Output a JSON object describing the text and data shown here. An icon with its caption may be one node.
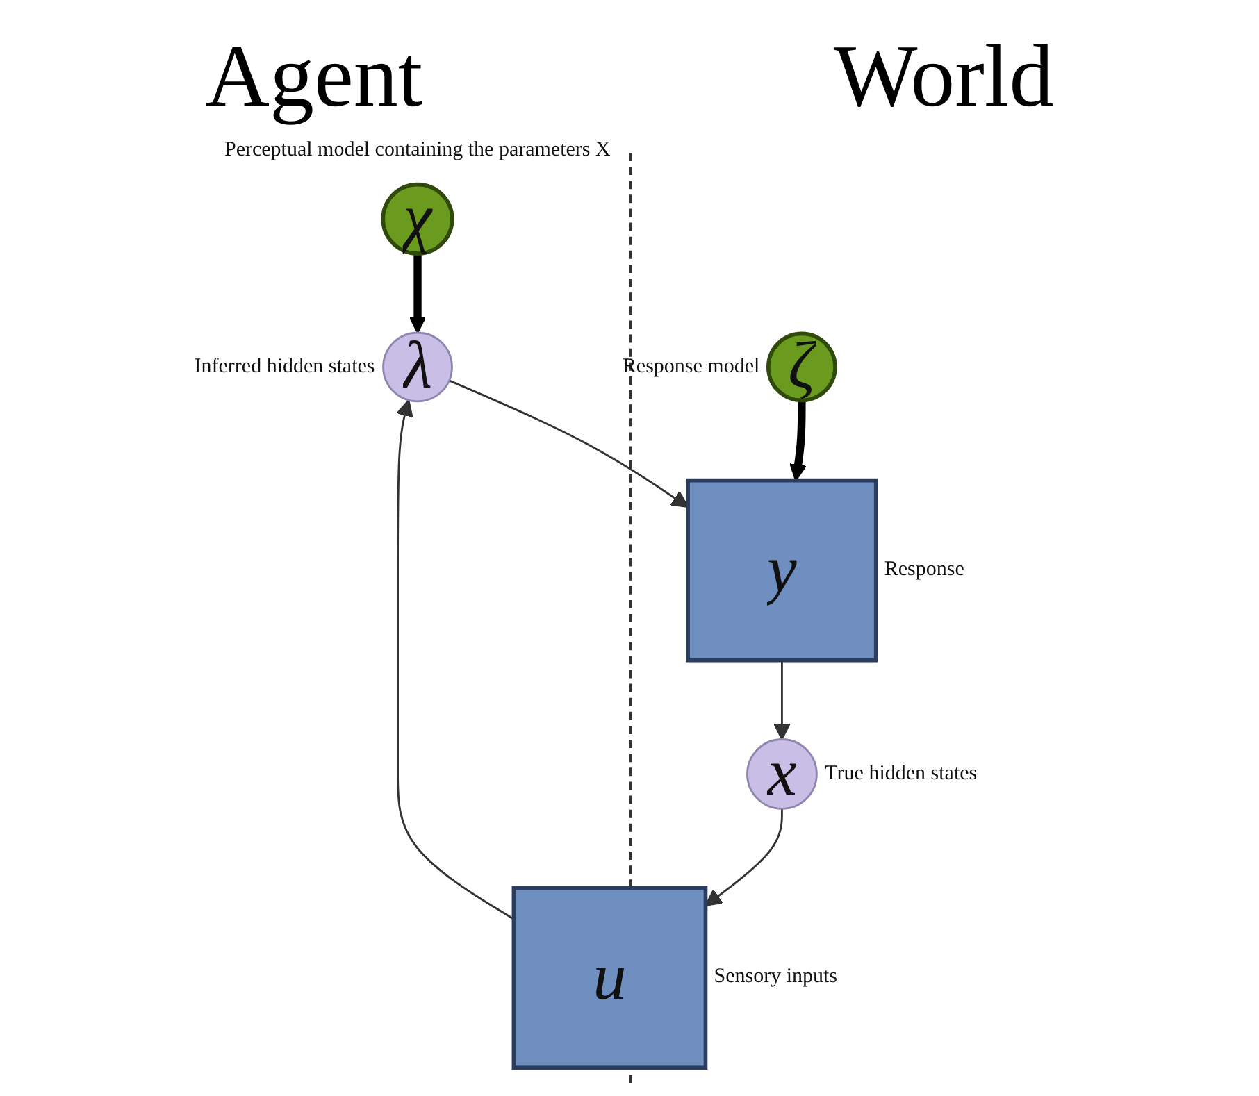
{
  "diagram": {
    "nodes": [
      {
        "text": [
          "χ"
        ],
        "beside": [
          "Perceptual model containing the parameters X"
        ]
      },
      {
        "text": [
          "u"
        ],
        "beside": [
          "Sensory inputs"
        ]
      },
      {
        "text": [
          "λ"
        ],
        "beside": [
          "Inferred hidden states"
        ]
      },
      {
        "text": [
          "x"
        ],
        "beside": [
          "True hidden states"
        ]
      },
      {
        "text": [
          "ζ"
        ],
        "beside": [
          "Response model"
        ]
      },
      {
        "text": [
          "y"
        ],
        "beside": [
          "Response"
        ]
      }
    ],
    "edges": [
      {
        "from": 0,
        "to": 2,
        "arrow": "to",
        "style": "thick",
        "color": "#000000"
      },
      {
        "from": 1,
        "to": 2,
        "arrow": "to"
      },
      {
        "from": 2,
        "to": 5,
        "arrow": "to"
      },
      {
        "from": 5,
        "to": 3,
        "arrow": "to"
      },
      {
        "from": 3,
        "to": 1,
        "arrow": "to"
      },
      {
        "from": 4,
        "to": 5,
        "arrow": "to",
        "style": "thick",
        "color": "#000000"
      }
    ],
    "labels": [
      "Agent",
      "World"
    ]
  }
}
